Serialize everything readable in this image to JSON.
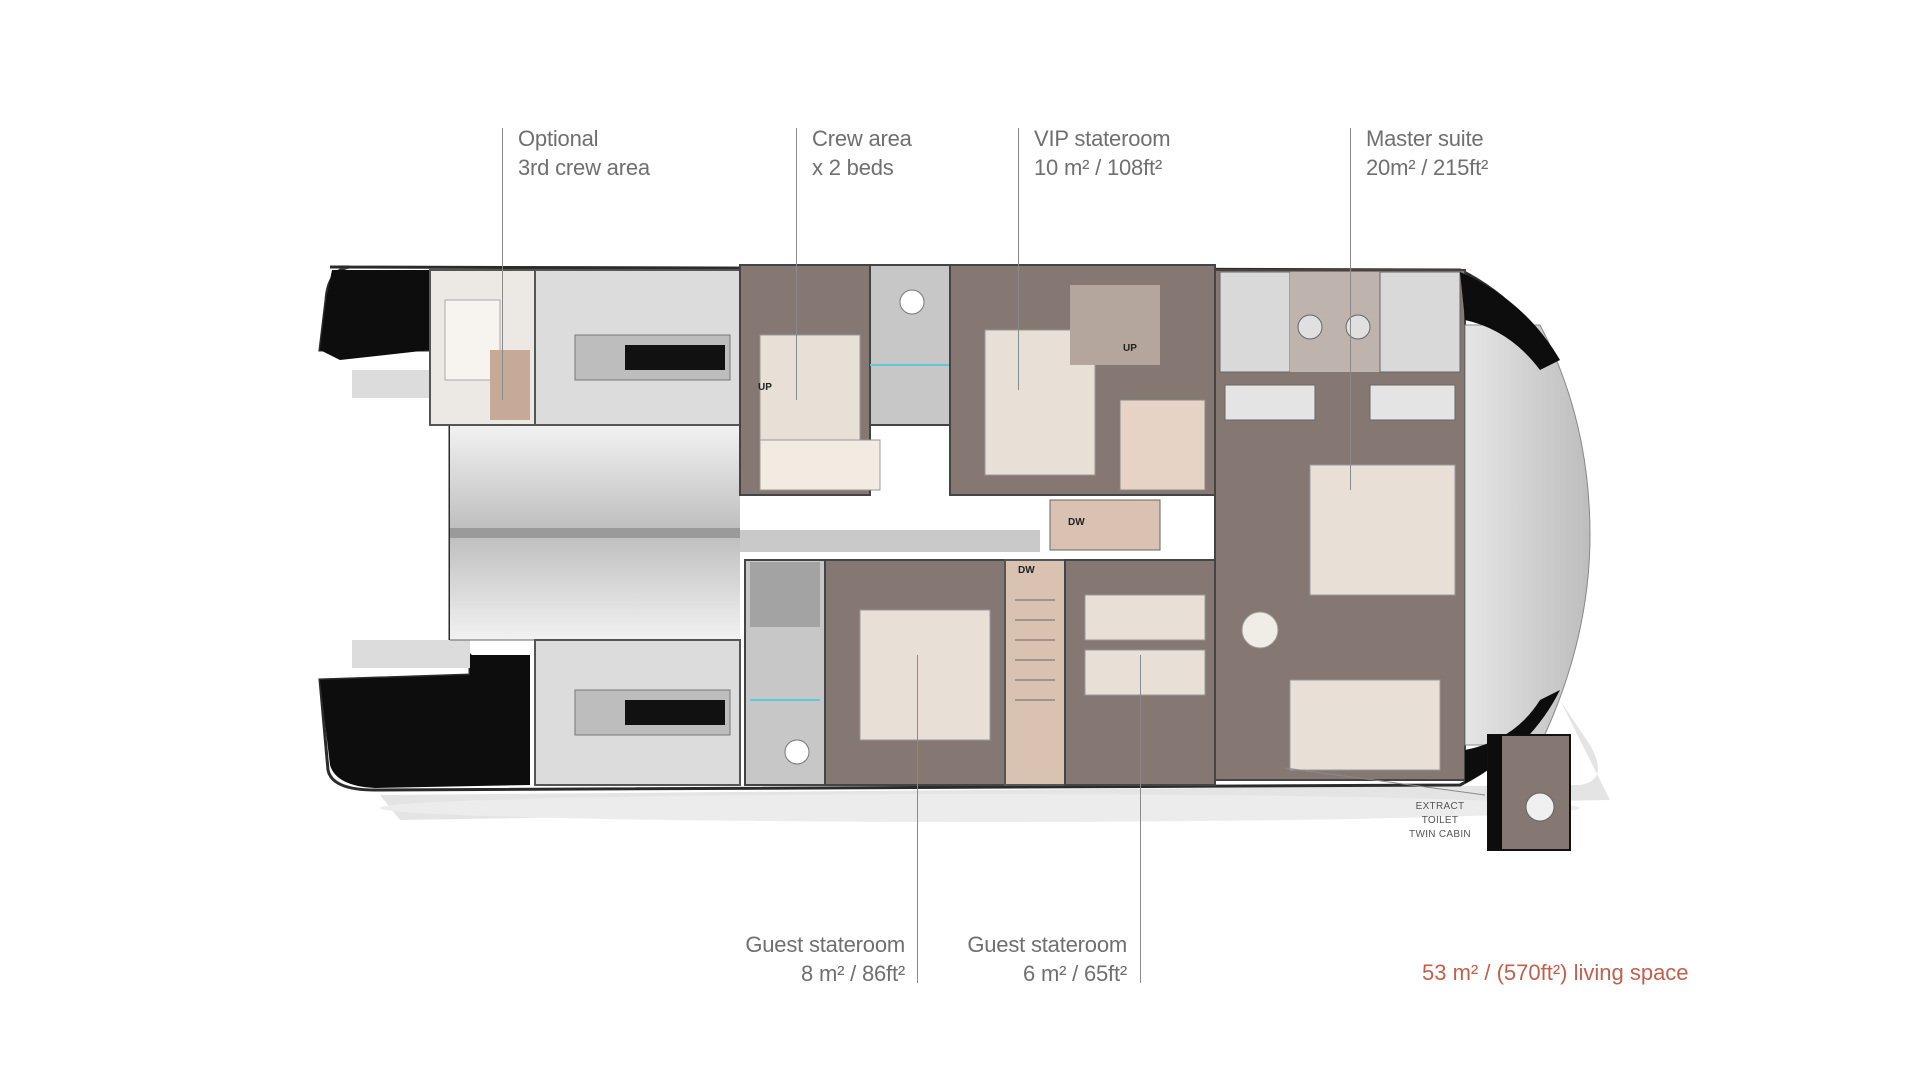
{
  "rooms": {
    "crew3": {
      "line1": "Optional",
      "line2": "3rd crew area"
    },
    "crew": {
      "line1": "Crew area",
      "line2": "x 2 beds"
    },
    "vip": {
      "line1": "VIP stateroom",
      "line2": "10 m² / 108ft²"
    },
    "master": {
      "line1": "Master suite",
      "line2": "20m² / 215ft²"
    },
    "guest1": {
      "line1": "Guest stateroom",
      "line2": "8 m² / 86ft²"
    },
    "guest2": {
      "line1": "Guest stateroom",
      "line2": "6 m² / 65ft²"
    }
  },
  "total_living_space": "53 m² / (570ft²) living space",
  "extract_note": {
    "line1": "EXTRACT",
    "line2": "TOILET",
    "line3": "TWIN CABIN"
  },
  "stair_tags": {
    "up_crew": "UP",
    "up_vip": "UP",
    "dw_center": "DW",
    "dw_guest": "DW"
  },
  "colors": {
    "hull_outline": "#2b2b2b",
    "hull_black": "#0d0d0d",
    "deck_grey": "#d9d9d9",
    "cabin_floor": "#857872",
    "bed_fill": "#e8e0d6",
    "accent_total": "#c0604e",
    "label_grey": "#6f6f6f"
  }
}
